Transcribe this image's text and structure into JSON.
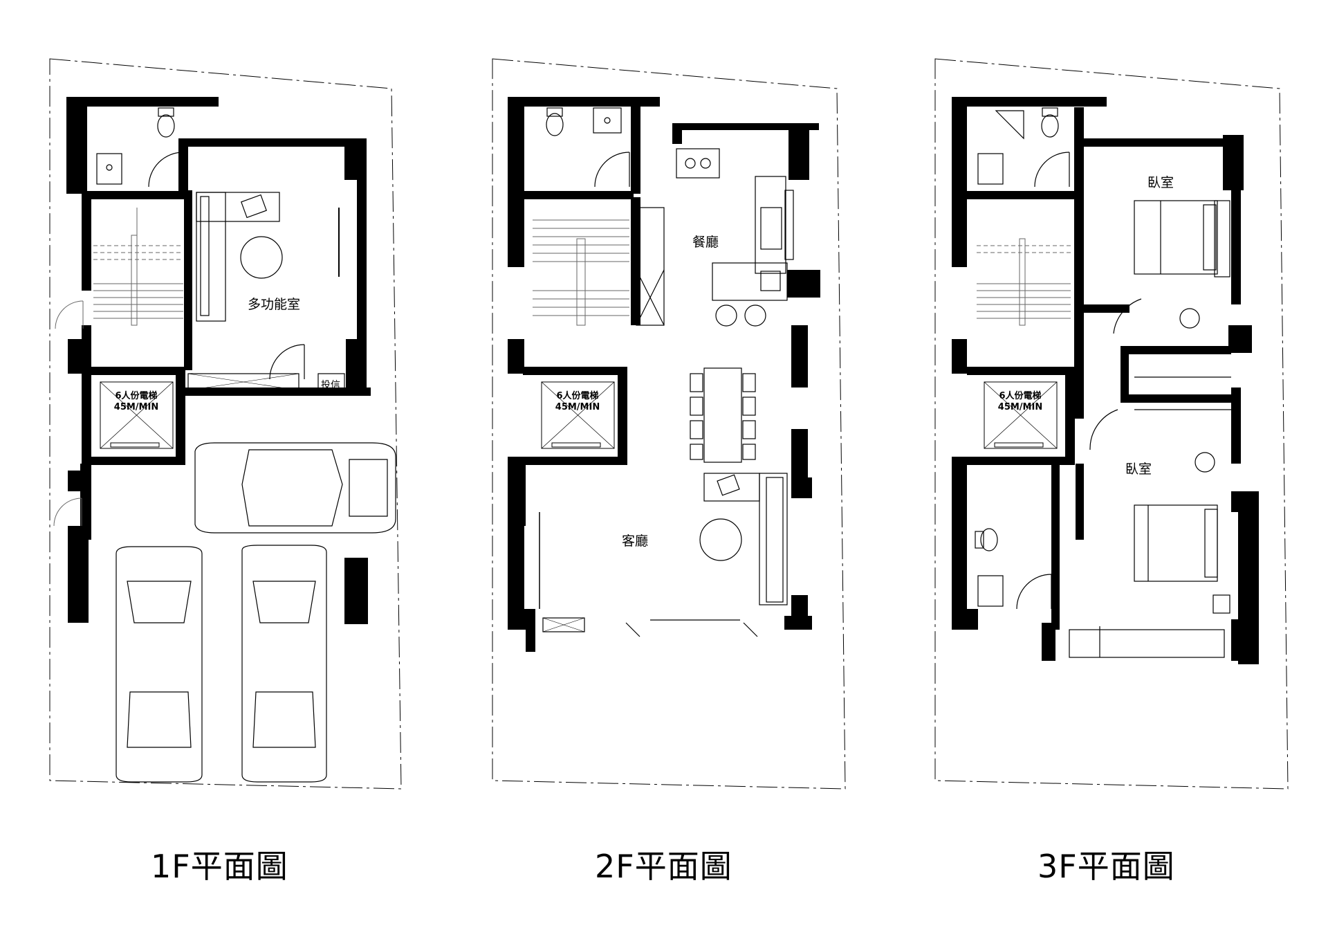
{
  "floors": [
    {
      "caption": "1F平面圖",
      "rooms": {
        "multi": "多功能室",
        "mailbox": "投信"
      },
      "elevator": {
        "line1": "6人份電梯",
        "line2": "45M/MIN"
      }
    },
    {
      "caption": "2F平面圖",
      "rooms": {
        "dining": "餐廳",
        "living": "客廳"
      },
      "elevator": {
        "line1": "6人份電梯",
        "line2": "45M/MIN"
      }
    },
    {
      "caption": "3F平面圖",
      "rooms": {
        "bedroom1": "臥室",
        "bedroom2": "臥室"
      },
      "elevator": {
        "line1": "6人份電梯",
        "line2": "45M/MIN"
      }
    }
  ],
  "colors": {
    "wall": "#000000",
    "line": "#333333",
    "background": "#ffffff"
  }
}
